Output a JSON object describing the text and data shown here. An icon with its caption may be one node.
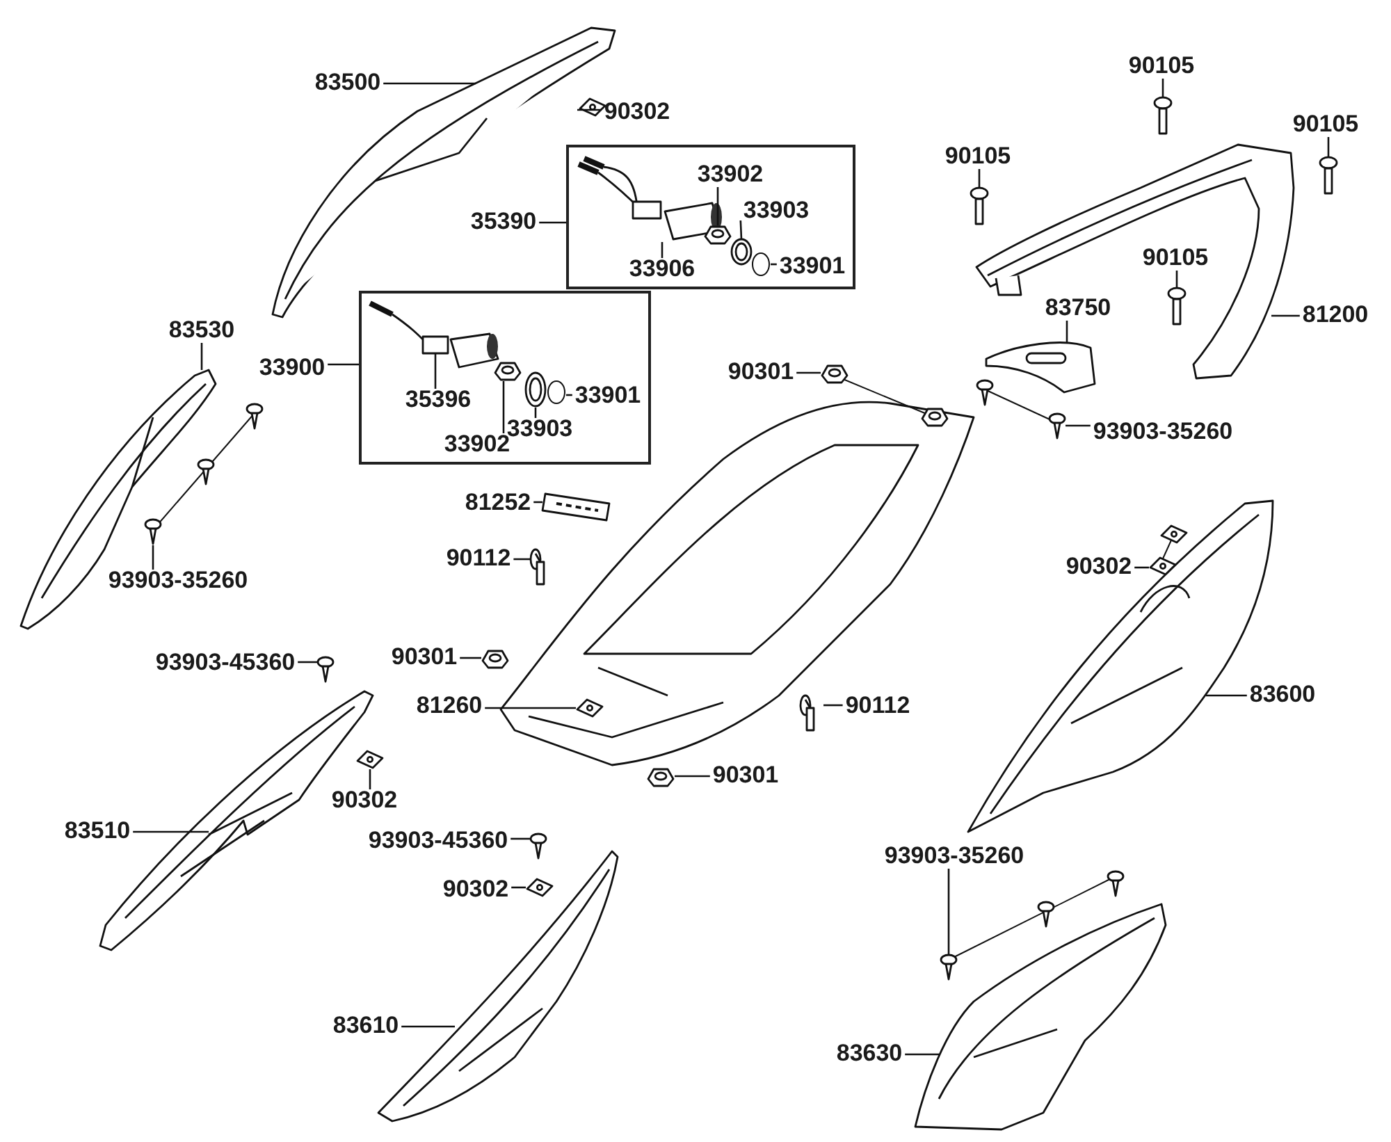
{
  "diagram": {
    "nodes": [
      {
        "text": [
          "83500"
        ]
      },
      {
        "text": [],
        "shape": "picture"
      },
      {
        "text": [
          "90302"
        ]
      },
      {
        "text": [],
        "shape": "picture"
      },
      {
        "text": [
          "35390"
        ]
      },
      {
        "text": [],
        "shape": "box"
      },
      {
        "text": [
          "33906"
        ],
        "in": 5
      },
      {
        "text": [],
        "shape": "picture",
        "in": 5
      },
      {
        "text": [
          "33902"
        ],
        "in": 5
      },
      {
        "text": [],
        "shape": "picture",
        "in": 5
      },
      {
        "text": [
          "33903"
        ],
        "in": 5
      },
      {
        "text": [],
        "shape": "picture",
        "in": 5
      },
      {
        "text": [
          "33901"
        ],
        "in": 5
      },
      {
        "text": [],
        "shape": "circle",
        "in": 5
      },
      {
        "text": [
          "90105"
        ]
      },
      {
        "text": [],
        "shape": "picture"
      },
      {
        "text": [
          "90105"
        ]
      },
      {
        "text": [],
        "shape": "picture"
      },
      {
        "text": [
          "90105"
        ]
      },
      {
        "text": [],
        "shape": "picture"
      },
      {
        "text": [
          "90105"
        ]
      },
      {
        "text": [],
        "shape": "picture"
      },
      {
        "text": [
          "81200"
        ]
      },
      {
        "text": [],
        "shape": "picture"
      },
      {
        "text": [
          "83750"
        ]
      },
      {
        "text": [],
        "shape": "picture"
      },
      {
        "text": [
          "83530"
        ]
      },
      {
        "text": [],
        "shape": "picture"
      },
      {
        "text": [
          "33900"
        ]
      },
      {
        "text": [],
        "shape": "box"
      },
      {
        "text": [
          "35396"
        ],
        "in": 29
      },
      {
        "text": [],
        "shape": "picture",
        "in": 29
      },
      {
        "text": [
          "33902"
        ],
        "in": 29
      },
      {
        "text": [],
        "shape": "picture",
        "in": 29
      },
      {
        "text": [
          "33903"
        ],
        "in": 29
      },
      {
        "text": [],
        "shape": "picture",
        "in": 29
      },
      {
        "text": [
          "33901"
        ],
        "in": 29
      },
      {
        "text": [],
        "shape": "circle",
        "in": 29
      },
      {
        "text": [
          "90301"
        ]
      },
      {
        "text": [],
        "shape": "picture"
      },
      {
        "text": [
          "93903-35260"
        ]
      },
      {
        "text": [],
        "shape": "picture"
      },
      {
        "text": [
          "81252"
        ]
      },
      {
        "text": [],
        "shape": "picture"
      },
      {
        "text": [
          "90112"
        ]
      },
      {
        "text": [],
        "shape": "picture"
      },
      {
        "text": [
          "93903-35260"
        ]
      },
      {
        "text": [],
        "shape": "picture"
      },
      {
        "text": [
          "90302"
        ]
      },
      {
        "text": [],
        "shape": "picture"
      },
      {
        "text": [
          "90301"
        ]
      },
      {
        "text": [],
        "shape": "picture"
      },
      {
        "text": [
          "93903-45360"
        ]
      },
      {
        "text": [],
        "shape": "picture"
      },
      {
        "text": [
          "83600"
        ]
      },
      {
        "text": [],
        "shape": "picture"
      },
      {
        "text": [
          "81260"
        ]
      },
      {
        "text": [],
        "shape": "picture"
      },
      {
        "text": [
          "90112"
        ]
      },
      {
        "text": [],
        "shape": "picture"
      },
      {
        "text": [
          "90301"
        ]
      },
      {
        "text": [],
        "shape": "picture"
      },
      {
        "text": [
          "90302"
        ]
      },
      {
        "text": [],
        "shape": "picture"
      },
      {
        "text": [
          "83510"
        ]
      },
      {
        "text": [],
        "shape": "picture"
      },
      {
        "text": [
          "93903-45360"
        ]
      },
      {
        "text": [],
        "shape": "picture"
      },
      {
        "text": [
          "93903-35260"
        ]
      },
      {
        "text": [],
        "shape": "picture"
      },
      {
        "text": [
          "90302"
        ]
      },
      {
        "text": [],
        "shape": "picture"
      },
      {
        "text": [
          "83610"
        ]
      },
      {
        "text": [],
        "shape": "picture"
      },
      {
        "text": [
          "83630"
        ]
      },
      {
        "text": [],
        "shape": "picture"
      }
    ],
    "edges": [
      {
        "from": 0,
        "to": 1,
        "arrow": "none"
      },
      {
        "from": 2,
        "to": 3,
        "arrow": "none"
      },
      {
        "from": 4,
        "to": 5,
        "arrow": "none"
      },
      {
        "from": 6,
        "to": 7,
        "arrow": "none"
      },
      {
        "from": 8,
        "to": 9,
        "arrow": "none"
      },
      {
        "from": 10,
        "to": 11,
        "arrow": "none"
      },
      {
        "from": 12,
        "to": 13,
        "arrow": "none"
      },
      {
        "from": 14,
        "to": 15,
        "arrow": "none"
      },
      {
        "from": 16,
        "to": 17,
        "arrow": "none"
      },
      {
        "from": 18,
        "to": 19,
        "arrow": "none"
      },
      {
        "from": 20,
        "to": 21,
        "arrow": "none"
      },
      {
        "from": 22,
        "to": 23,
        "arrow": "none"
      },
      {
        "from": 24,
        "to": 25,
        "arrow": "none"
      },
      {
        "from": 26,
        "to": 27,
        "arrow": "none"
      },
      {
        "from": 28,
        "to": 29,
        "arrow": "none"
      },
      {
        "from": 30,
        "to": 31,
        "arrow": "none"
      },
      {
        "from": 32,
        "to": 33,
        "arrow": "none"
      },
      {
        "from": 34,
        "to": 35,
        "arrow": "none"
      },
      {
        "from": 36,
        "to": 37,
        "arrow": "none"
      },
      {
        "from": 38,
        "to": 39,
        "arrow": "none"
      },
      {
        "from": 40,
        "to": 41,
        "arrow": "none"
      },
      {
        "from": 42,
        "to": 43,
        "arrow": "none"
      },
      {
        "from": 44,
        "to": 45,
        "arrow": "none"
      },
      {
        "from": 46,
        "to": 47,
        "arrow": "none"
      },
      {
        "from": 48,
        "to": 49,
        "arrow": "none"
      },
      {
        "from": 50,
        "to": 51,
        "arrow": "none"
      },
      {
        "from": 52,
        "to": 53,
        "arrow": "none"
      },
      {
        "from": 54,
        "to": 55,
        "arrow": "none"
      },
      {
        "from": 56,
        "to": 57,
        "arrow": "none"
      },
      {
        "from": 58,
        "to": 59,
        "arrow": "none"
      },
      {
        "from": 60,
        "to": 61,
        "arrow": "none"
      },
      {
        "from": 62,
        "to": 63,
        "arrow": "none"
      },
      {
        "from": 64,
        "to": 65,
        "arrow": "none"
      },
      {
        "from": 66,
        "to": 67,
        "arrow": "none"
      },
      {
        "from": 68,
        "to": 69,
        "arrow": "none"
      },
      {
        "from": 70,
        "to": 71,
        "arrow": "none"
      },
      {
        "from": 72,
        "to": 73,
        "arrow": "none"
      },
      {
        "from": 74,
        "to": 75,
        "arrow": "none"
      }
    ]
  }
}
